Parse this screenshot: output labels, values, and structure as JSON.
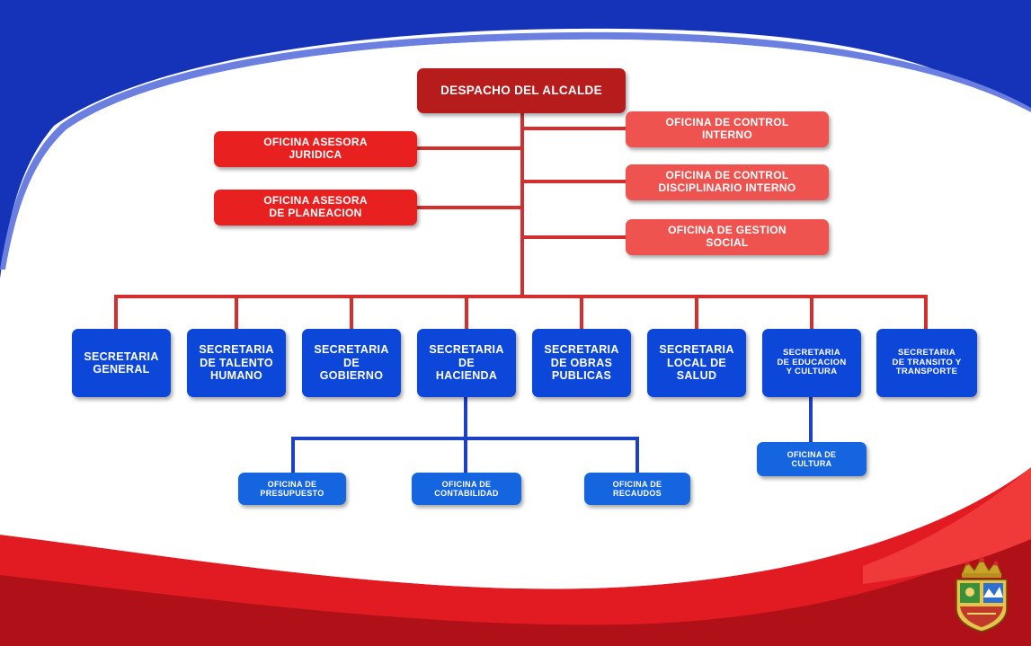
{
  "colors": {
    "top_blue": "#1533b8",
    "red_band": "#e21b23",
    "dark_red_box": "#b71c1c",
    "red_box": "#e8201f",
    "light_red_box": "#ef5350",
    "blue_box": "#0d47d9",
    "red_line": "#d32f2f",
    "blue_line": "#1d40c8"
  },
  "org_chart": {
    "root": "DESPACHO DEL ALCALDE",
    "left_offices": [
      {
        "line1": "OFICINA ASESORA",
        "line2": "JURIDICA"
      },
      {
        "line1": "OFICINA ASESORA",
        "line2": "DE PLANEACION"
      }
    ],
    "right_offices": [
      {
        "line1": "OFICINA DE CONTROL",
        "line2": "INTERNO"
      },
      {
        "line1": "OFICINA DE CONTROL",
        "line2": "DISCIPLINARIO INTERNO"
      },
      {
        "line1": "OFICINA DE GESTION",
        "line2": "SOCIAL"
      }
    ],
    "secretariats": [
      {
        "line1": "SECRETARIA",
        "line2": "GENERAL",
        "line3": ""
      },
      {
        "line1": "SECRETARIA",
        "line2": "DE TALENTO",
        "line3": "HUMANO"
      },
      {
        "line1": "SECRETARIA",
        "line2": "DE",
        "line3": "GOBIERNO"
      },
      {
        "line1": "SECRETARIA",
        "line2": "DE",
        "line3": "HACIENDA"
      },
      {
        "line1": "SECRETARIA",
        "line2": "DE OBRAS",
        "line3": "PUBLICAS"
      },
      {
        "line1": "SECRETARIA",
        "line2": "LOCAL DE",
        "line3": "SALUD"
      },
      {
        "line1": "SECRETARIA",
        "line2": "DE EDUCACION",
        "line3": "Y CULTURA"
      },
      {
        "line1": "SECRETARIA",
        "line2": "DE TRANSITO Y",
        "line3": "TRANSPORTE"
      }
    ],
    "hacienda_offices": [
      {
        "line1": "OFICINA DE",
        "line2": "PRESUPUESTO"
      },
      {
        "line1": "OFICINA DE",
        "line2": "CONTABILIDAD"
      },
      {
        "line1": "OFICINA DE",
        "line2": "RECAUDOS"
      }
    ],
    "educacion_office": {
      "line1": "OFICINA DE",
      "line2": "CULTURA"
    }
  },
  "logo": {
    "icon": "municipal-coat-of-arms-icon"
  }
}
